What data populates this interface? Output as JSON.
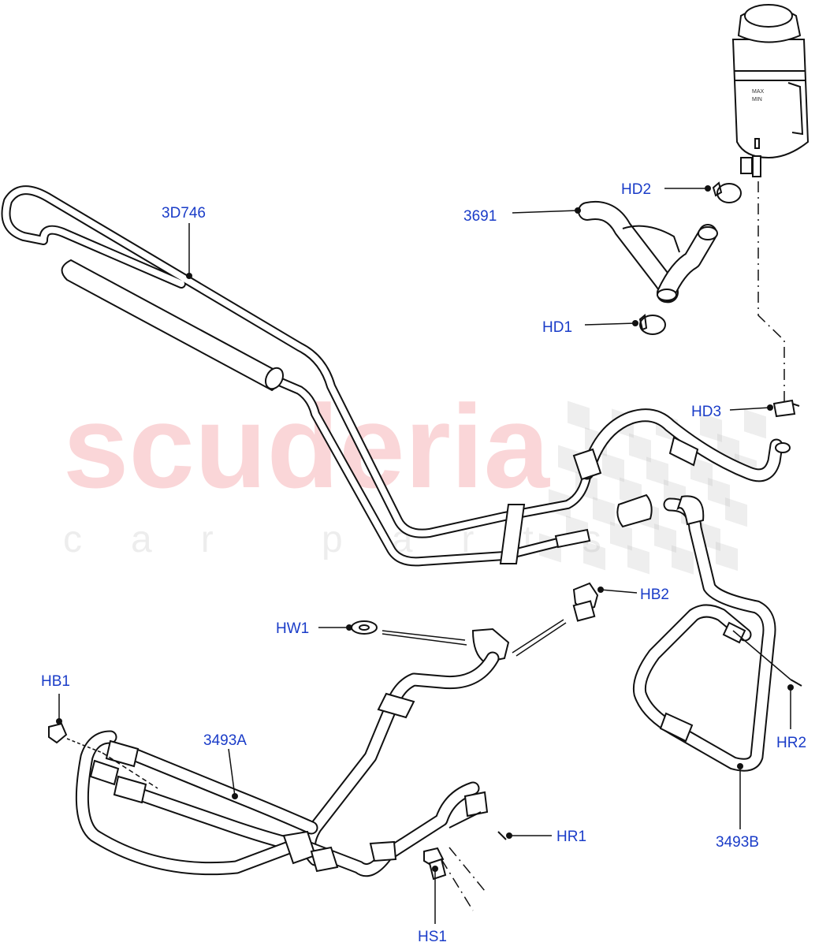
{
  "watermark": {
    "brand": "scuderia",
    "tagline": "car parts",
    "brand_color": "#e8303a",
    "tagline_color": "#999999",
    "checker_color": "#bbbbbb"
  },
  "callouts": {
    "p3D746": "3D746",
    "p3691": "3691",
    "HD2": "HD2",
    "HD1": "HD1",
    "HD3": "HD3",
    "HB2": "HB2",
    "HW1": "HW1",
    "HB1": "HB1",
    "p3493A": "3493A",
    "HR1": "HR1",
    "HR2": "HR2",
    "p3493B": "3493B",
    "HS1": "HS1"
  },
  "reservoir": {
    "max_label": "MAX",
    "min_label": "MIN"
  },
  "colors": {
    "callout_text": "#1a3cc8",
    "line_art": "#111111"
  }
}
